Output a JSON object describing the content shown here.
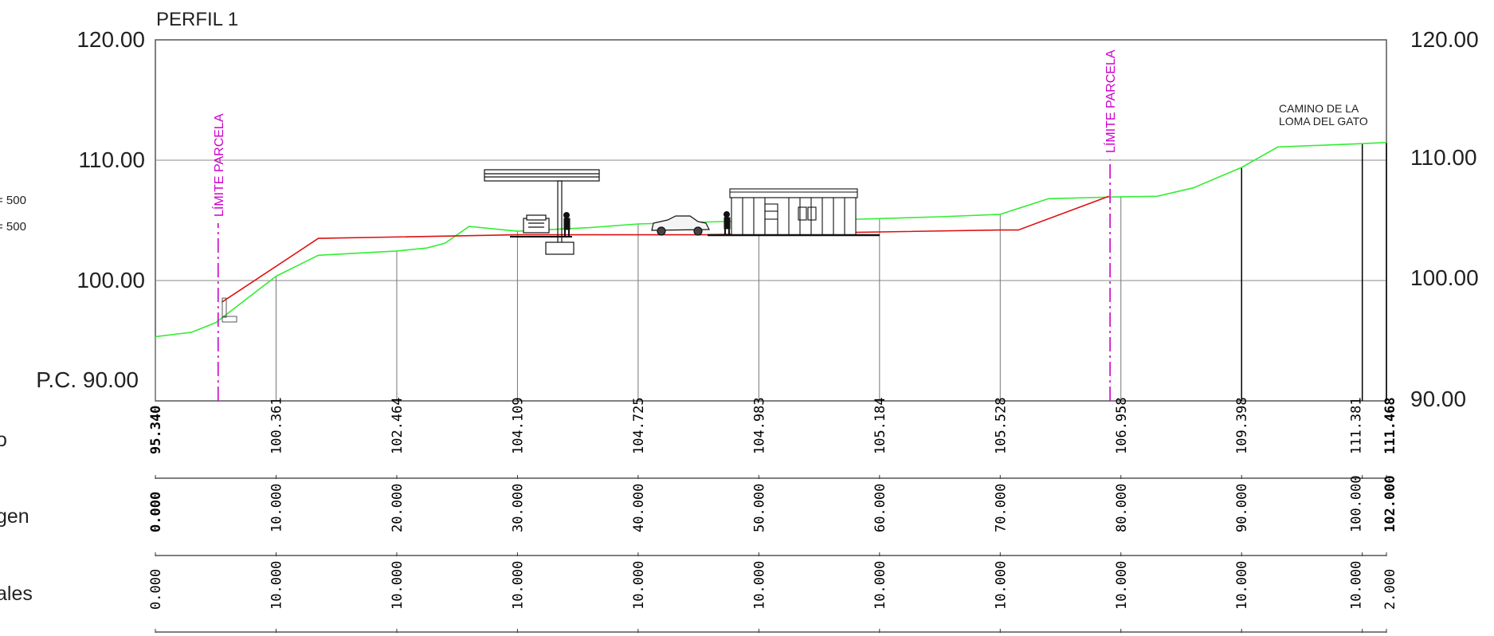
{
  "title": "PERFIL 1",
  "colors": {
    "terrain": "#33ee33",
    "project": "#dd1111",
    "limit": "#cc00cc",
    "grid": "#777777",
    "ink": "#000000"
  },
  "vertical_axis": {
    "ticks": [
      120,
      110,
      100
    ],
    "left_labels": [
      "120.00",
      "110.00",
      "100.00"
    ],
    "right_labels": [
      "120.00",
      "110.00",
      "100.00",
      "90.00"
    ],
    "datum_label": "P.C. 90.00",
    "ylim": [
      90,
      120
    ]
  },
  "scale_notes": [
    "= 500",
    "= 500"
  ],
  "row_labels": [
    "o",
    "gen",
    "ales"
  ],
  "annotations": {
    "limit_label": "LÍMITE PARCELA",
    "road_line1": "CAMINO DE LA",
    "road_line2": "LOMA DEL GATO"
  },
  "chart_data": {
    "type": "line",
    "title": "PERFIL 1",
    "xlim": [
      0,
      102
    ],
    "ylim": [
      90,
      120
    ],
    "stations": [
      0,
      10,
      20,
      30,
      40,
      50,
      60,
      70,
      80,
      90,
      100,
      102
    ],
    "cota_labels": [
      "95.340",
      "100.361",
      "102.464",
      "104.109",
      "104.725",
      "104.983",
      "105.184",
      "105.528",
      "106.958",
      "109.398",
      "111.381",
      "111.468"
    ],
    "distancia_origen_labels": [
      "0.000",
      "10.000",
      "20.000",
      "30.000",
      "40.000",
      "50.000",
      "60.000",
      "70.000",
      "80.000",
      "90.000",
      "100.000",
      "102.000"
    ],
    "distancias_parciales_labels": [
      "0.000",
      "10.000",
      "10.000",
      "10.000",
      "10.000",
      "10.000",
      "10.000",
      "10.000",
      "10.000",
      "10.000",
      "10.000",
      "2.000"
    ],
    "series": [
      {
        "color": "#33ee33",
        "x": [
          0,
          3,
          5,
          10,
          13.5,
          20,
          22.5,
          24,
          26,
          30,
          32,
          36,
          40,
          47,
          55,
          65,
          70,
          74,
          80,
          83,
          86,
          90,
          93,
          100,
          102
        ],
        "y": [
          95.34,
          95.7,
          96.5,
          100.36,
          102.1,
          102.46,
          102.7,
          103.1,
          104.5,
          104.1,
          104.2,
          104.4,
          104.7,
          104.9,
          105.0,
          105.3,
          105.5,
          106.8,
          106.96,
          107.0,
          107.7,
          109.4,
          111.1,
          111.38,
          111.47
        ]
      },
      {
        "color": "#dd1111",
        "x": [
          5.5,
          13.5,
          30,
          45,
          70,
          71.5,
          79
        ],
        "y": [
          98.2,
          103.5,
          103.8,
          103.8,
          104.2,
          104.2,
          107.0
        ]
      }
    ],
    "limit_stations": [
      5.2,
      79.1
    ]
  }
}
